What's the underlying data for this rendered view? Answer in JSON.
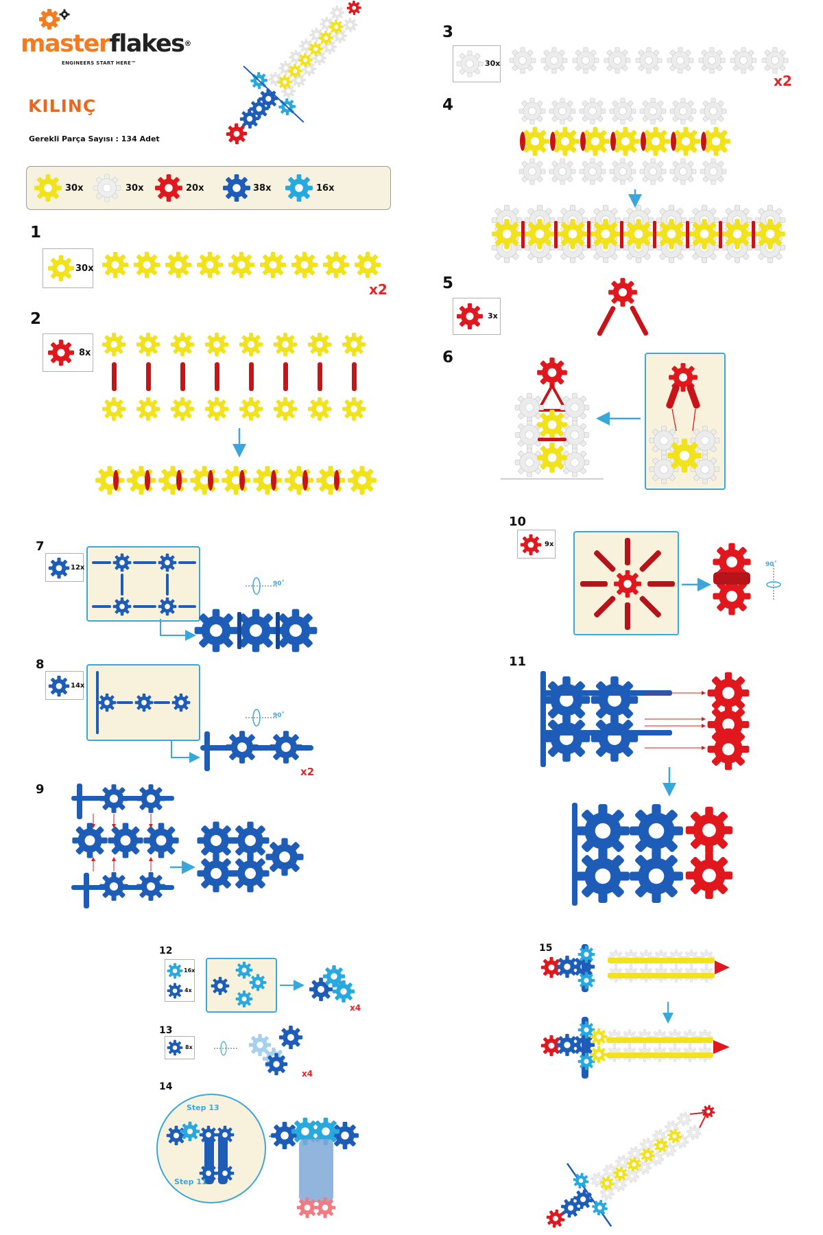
{
  "brand": {
    "name_part1": "master",
    "name_part2": "flakes",
    "registered": "®",
    "tagline": "ENGINEERS START HERE™"
  },
  "title": "KILINÇ",
  "parts_required": "Gerekli Parça Sayısı : 134 Adet",
  "parts": [
    {
      "color": "#f2e21b",
      "count": "30x"
    },
    {
      "color": "#eeeeee",
      "count": "30x"
    },
    {
      "color": "#e0181e",
      "count": "20x"
    },
    {
      "color": "#1d5db8",
      "count": "38x"
    },
    {
      "color": "#27a9e0",
      "count": "16x"
    }
  ],
  "colors": {
    "yellow": "#f2e21b",
    "white": "#eeeeee",
    "red": "#e0181e",
    "blue": "#1d5db8",
    "lightblue": "#27a9e0",
    "accent_blue": "#3aa7dc",
    "multiplier_red": "#e0262a",
    "panel_bg": "#f8f1dc",
    "summary_bg": "#f7f1df"
  },
  "steps": {
    "s1": {
      "num": "1",
      "count": "30x",
      "mult": "x2"
    },
    "s2": {
      "num": "2",
      "count": "8x"
    },
    "s3": {
      "num": "3",
      "count": "30x",
      "mult": "x2"
    },
    "s4": {
      "num": "4"
    },
    "s5": {
      "num": "5",
      "count": "3x"
    },
    "s6": {
      "num": "6"
    },
    "s7": {
      "num": "7",
      "count": "12x",
      "rotate": "90˚"
    },
    "s8": {
      "num": "8",
      "count": "14x",
      "rotate": "90˚",
      "mult": "x2"
    },
    "s9": {
      "num": "9"
    },
    "s10": {
      "num": "10",
      "count": "9x",
      "rotate": "90˚"
    },
    "s11": {
      "num": "11"
    },
    "s12": {
      "num": "12",
      "count_a": "16x",
      "count_b": "4x",
      "mult": "x4"
    },
    "s13": {
      "num": "13",
      "count": "8x",
      "mult": "x4"
    },
    "s14": {
      "num": "14",
      "label_a": "Step 13",
      "label_b": "Step 11"
    },
    "s15": {
      "num": "15"
    }
  }
}
